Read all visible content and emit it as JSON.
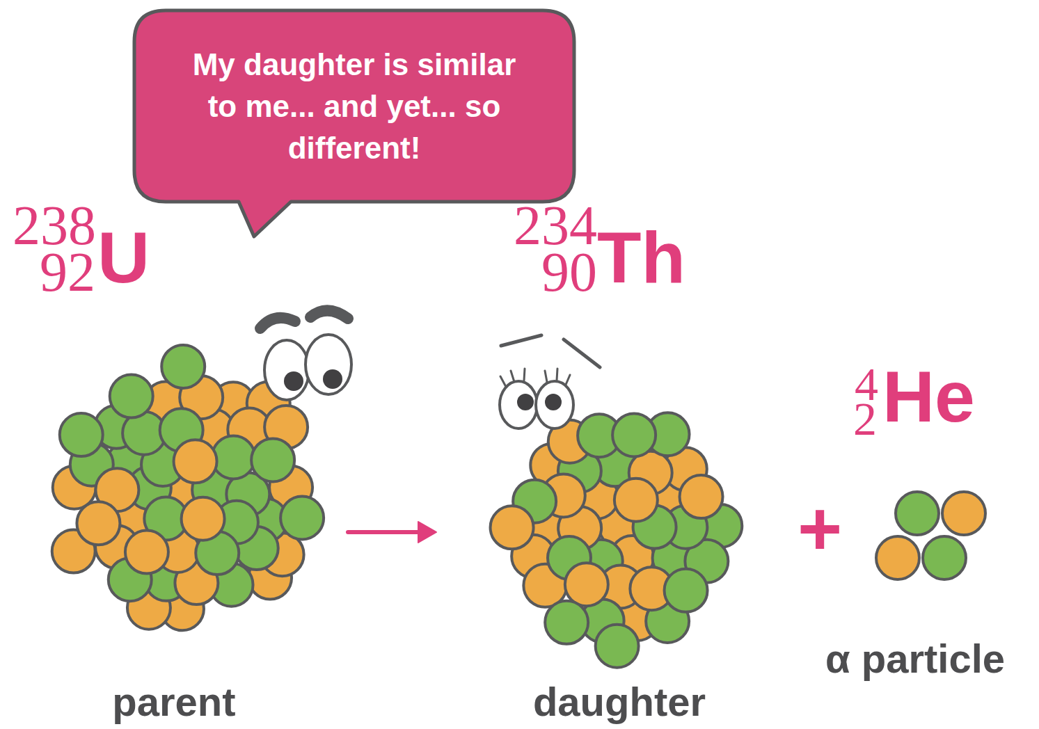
{
  "diagram": {
    "nodes": [
      {
        "text": [
          "My daughter is similar to me... and yet... so different!"
        ]
      },
      {
        "text": [
          "238",
          "92",
          "U",
          "parent"
        ]
      },
      {
        "text": [
          "234",
          "90",
          "Th",
          "daughter"
        ]
      },
      {
        "text": [
          "4",
          "2",
          "He",
          "α particle"
        ]
      }
    ],
    "edges": [
      {
        "from": 1,
        "to": 2,
        "arrow": "to"
      }
    ],
    "labels": [
      "+"
    ]
  }
}
